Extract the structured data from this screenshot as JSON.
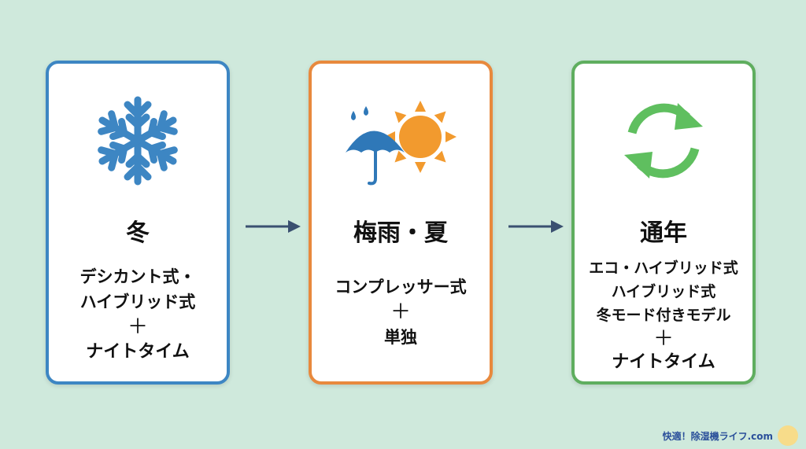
{
  "cards": [
    {
      "title": "冬",
      "icon": "snowflake-icon",
      "lines": [
        "デシカント式・",
        "ハイブリッド式",
        "＋",
        "ナイトタイム"
      ],
      "color": "#3d86c3"
    },
    {
      "title": "梅雨・夏",
      "icon": "umbrella-sun-icon",
      "lines": [
        "コンプレッサー式",
        "＋",
        "単独"
      ],
      "color": "#e8893d"
    },
    {
      "title": "通年",
      "icon": "recycle-arrows-icon",
      "lines": [
        "エコ・ハイブリッド式",
        "ハイブリッド式",
        "冬モード付きモデル",
        "＋",
        "ナイトタイム"
      ],
      "color": "#5fae5f"
    }
  ],
  "footer": {
    "site": "快適！除湿機ライフ.com"
  }
}
